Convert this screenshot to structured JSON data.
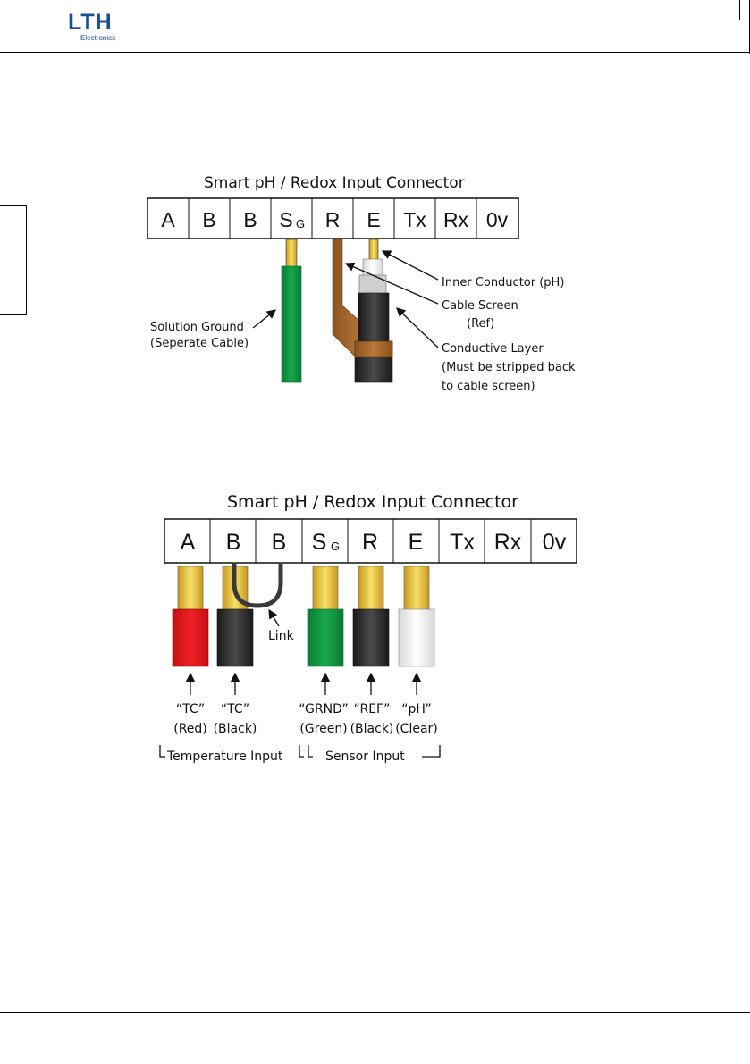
{
  "header": {
    "logo_main": "LTH",
    "logo_sub": "Electronics"
  },
  "diagram1": {
    "title": "Smart pH / Redox Input Connector",
    "terminals": [
      "A",
      "B",
      "B",
      "S",
      "R",
      "E",
      "Tx",
      "Rx",
      "0v"
    ],
    "sg_subscript": "G",
    "labels": {
      "inner_conductor": "Inner Conductor (pH)",
      "cable_screen_1": "Cable Screen",
      "cable_screen_2": "(Ref)",
      "conductive_1": "Conductive Layer",
      "conductive_2": "(Must be stripped back",
      "conductive_3": "to cable screen)",
      "solution_1": "Solution Ground",
      "solution_2": "(Seperate Cable)"
    }
  },
  "diagram2": {
    "title": "Smart pH / Redox Input Connector",
    "terminals": [
      "A",
      "B",
      "B",
      "S",
      "R",
      "E",
      "Tx",
      "Rx",
      "0v"
    ],
    "sg_subscript": "G",
    "link_label": "Link",
    "wires": [
      {
        "line1": "“TC”",
        "line2": "(Red)",
        "color": "#e3151b"
      },
      {
        "line1": "“TC”",
        "line2": "(Black)",
        "color": "#2b2b2b"
      },
      {
        "line1": "“GRND”",
        "line2": "(Green)",
        "color": "#0d9640"
      },
      {
        "line1": "“REF”",
        "line2": "(Black)",
        "color": "#2b2b2b"
      },
      {
        "line1": "“pH”",
        "line2": "(Clear)",
        "color": "#ffffff"
      }
    ],
    "group_temperature": "Temperature Input",
    "group_sensor": "Sensor Input"
  }
}
